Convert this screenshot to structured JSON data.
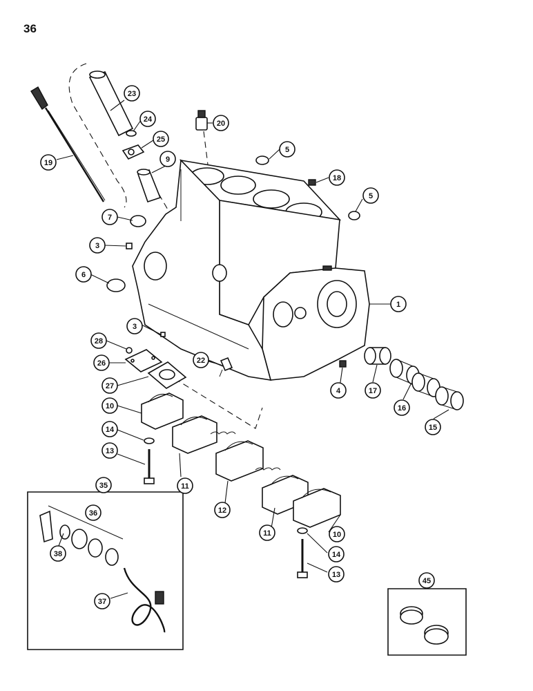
{
  "page_number": "36",
  "callouts": [
    "1",
    "3",
    "3",
    "4",
    "5",
    "5",
    "6",
    "7",
    "9",
    "10",
    "10",
    "11",
    "11",
    "12",
    "13",
    "13",
    "14",
    "14",
    "15",
    "16",
    "17",
    "18",
    "19",
    "20",
    "22",
    "23",
    "24",
    "25",
    "26",
    "27",
    "28",
    "35",
    "36",
    "37",
    "38",
    "45"
  ],
  "colors": {
    "ink": "#111111",
    "paper": "#ffffff"
  }
}
